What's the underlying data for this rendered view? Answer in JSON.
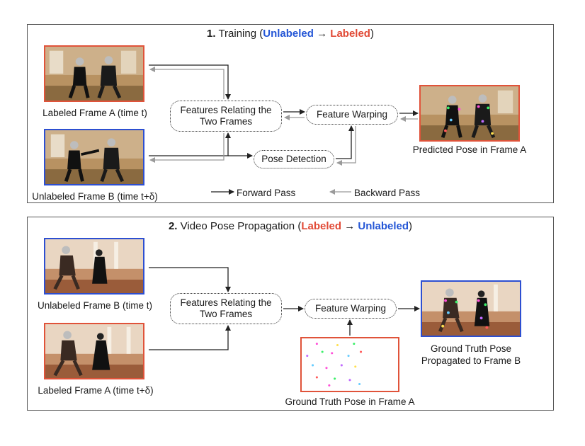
{
  "training": {
    "title_num": "1.",
    "title_word": "Training",
    "title_open": "(",
    "title_source": "Unlabeled",
    "title_arrow": "→",
    "title_target": "Labeled",
    "title_close": ")",
    "frame_a_caption": "Labeled Frame A (time t)",
    "frame_b_caption": "Unlabeled Frame B (time t+δ)",
    "features_line1": "Features Relating the",
    "features_line2": "Two Frames",
    "warping_label": "Feature Warping",
    "pose_detection_label": "Pose Detection",
    "predicted_caption": "Predicted Pose in Frame A",
    "legend_forward": "Forward Pass",
    "legend_backward": "Backward Pass"
  },
  "propagation": {
    "title_num": "2.",
    "title_word": "Video Pose Propagation",
    "title_open": "(",
    "title_source": "Labeled",
    "title_arrow": "→",
    "title_target": "Unlabeled",
    "title_close": ")",
    "frame_b_caption": "Unlabeled Frame B (time t)",
    "frame_a_caption": "Labeled Frame A (time t+δ)",
    "features_line1": "Features Relating the",
    "features_line2": "Two Frames",
    "warping_label": "Feature Warping",
    "gt_pose_caption": "Ground Truth Pose in Frame A",
    "propagated_line1": "Ground Truth Pose",
    "propagated_line2": "Propagated to Frame B"
  },
  "colors": {
    "labeled": "#e14a36",
    "unlabeled": "#2456d6",
    "forward_arrow": "#222222",
    "backward_arrow": "#9a9a9a"
  }
}
